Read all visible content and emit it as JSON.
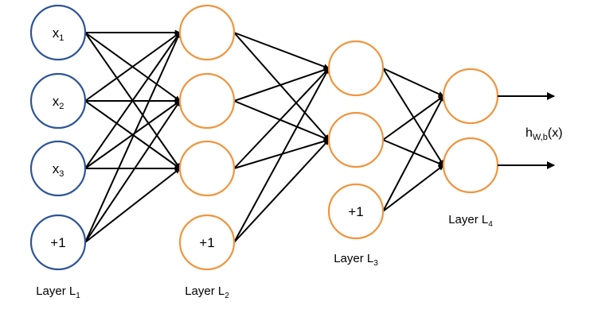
{
  "colors": {
    "input_layer": "#2e5597",
    "other_layers": "#f0953f",
    "edges": "#000000"
  },
  "layers": [
    {
      "label": "Layer L",
      "sub": "1",
      "nodes": [
        {
          "label": "x",
          "sub": "1"
        },
        {
          "label": "x",
          "sub": "2"
        },
        {
          "label": "x",
          "sub": "3"
        },
        {
          "label": "+1",
          "sub": ""
        }
      ]
    },
    {
      "label": "Layer L",
      "sub": "2",
      "nodes": [
        {
          "label": "",
          "sub": ""
        },
        {
          "label": "",
          "sub": ""
        },
        {
          "label": "",
          "sub": ""
        },
        {
          "label": "+1",
          "sub": ""
        }
      ]
    },
    {
      "label": "Layer L",
      "sub": "3",
      "nodes": [
        {
          "label": "",
          "sub": ""
        },
        {
          "label": "",
          "sub": ""
        },
        {
          "label": "+1",
          "sub": ""
        }
      ]
    },
    {
      "label": "Layer L",
      "sub": "4",
      "nodes": [
        {
          "label": "",
          "sub": ""
        },
        {
          "label": "",
          "sub": ""
        }
      ]
    }
  ],
  "output": {
    "label": "h",
    "sub": "W,b",
    "suffix": "(x)"
  }
}
